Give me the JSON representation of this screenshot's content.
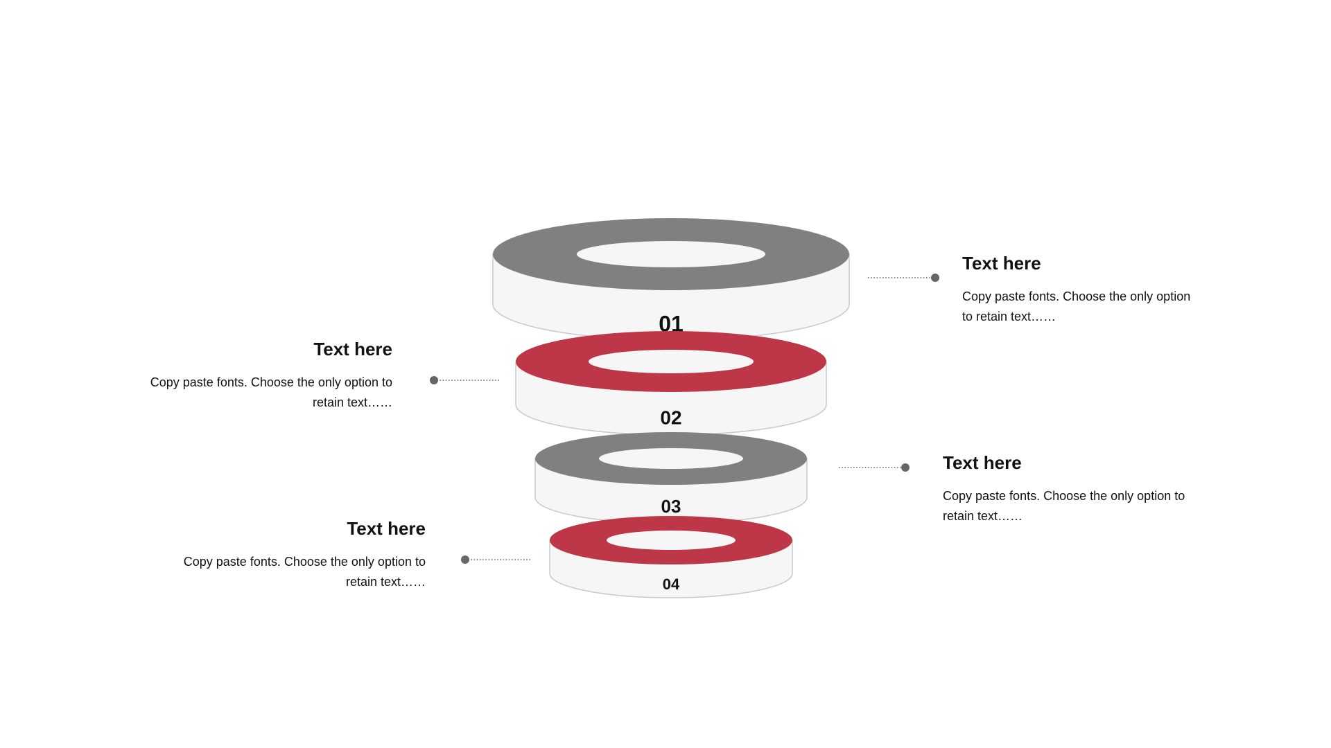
{
  "colors": {
    "gray": "#808080",
    "red": "#BE3748",
    "side": "#F5F6F5",
    "outline": "#C8C8C8",
    "connector": "#666666"
  },
  "rings": [
    {
      "label": "01",
      "color": "gray"
    },
    {
      "label": "02",
      "color": "red"
    },
    {
      "label": "03",
      "color": "gray"
    },
    {
      "label": "04",
      "color": "red"
    }
  ],
  "callouts": [
    {
      "title": "Text here",
      "text": "Copy paste fonts. Choose the only option to retain text……"
    },
    {
      "title": "Text here",
      "text": "Copy paste fonts. Choose the only option to retain text……"
    },
    {
      "title": "Text here",
      "text": "Copy paste fonts. Choose the only option to retain text……"
    },
    {
      "title": "Text here",
      "text": "Copy paste fonts. Choose the only option to retain text……"
    }
  ]
}
